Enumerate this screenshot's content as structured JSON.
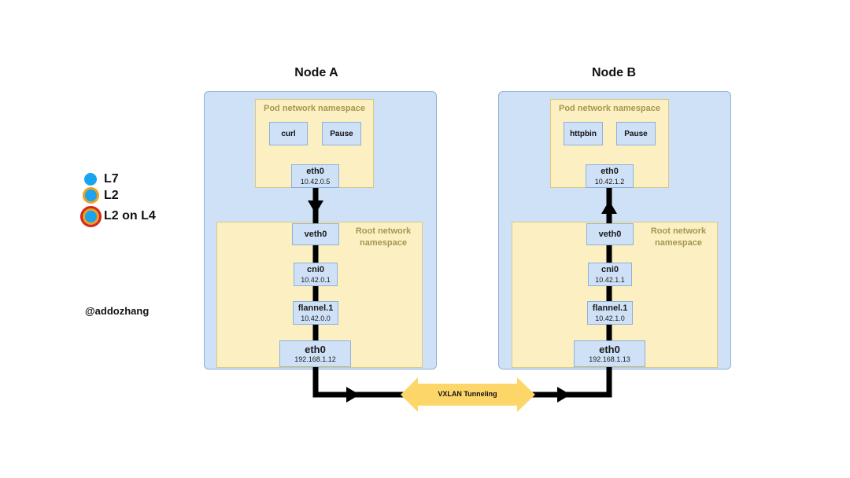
{
  "legend": {
    "items": [
      {
        "label": "L7"
      },
      {
        "label": "L2"
      },
      {
        "label": "L2 on L4"
      }
    ],
    "colors": {
      "dot": "#1aa3f0",
      "l2_ring": "#f0a01a",
      "l4_ring": "#d8261e"
    }
  },
  "credit": "@addozhang",
  "node_a": {
    "title": "Node A",
    "pod_ns_label": "Pod network namespace",
    "containers": [
      "curl",
      "Pause"
    ],
    "pod_eth0": {
      "name": "eth0",
      "ip": "10.42.0.5"
    },
    "root_ns_label": "Root network namespace",
    "veth": {
      "name": "veth0"
    },
    "cni": {
      "name": "cni0",
      "ip": "10.42.0.1"
    },
    "flannel": {
      "name": "flannel.1",
      "ip": "10.42.0.0"
    },
    "host_eth0": {
      "name": "eth0",
      "ip": "192.168.1.12"
    }
  },
  "node_b": {
    "title": "Node B",
    "pod_ns_label": "Pod network namespace",
    "containers": [
      "httpbin",
      "Pause"
    ],
    "pod_eth0": {
      "name": "eth0",
      "ip": "10.42.1.2"
    },
    "root_ns_label": "Root network namespace",
    "veth": {
      "name": "veth0"
    },
    "cni": {
      "name": "cni0",
      "ip": "10.42.1.1"
    },
    "flannel": {
      "name": "flannel.1",
      "ip": "10.42.1.0"
    },
    "host_eth0": {
      "name": "eth0",
      "ip": "192.168.1.13"
    }
  },
  "tunnel": {
    "label": "VXLAN Tunneling",
    "color": "#fdd66a"
  },
  "colors": {
    "node_bg": "#cfe1f7",
    "ns_bg": "#fcf0c3",
    "path": "#000000"
  }
}
